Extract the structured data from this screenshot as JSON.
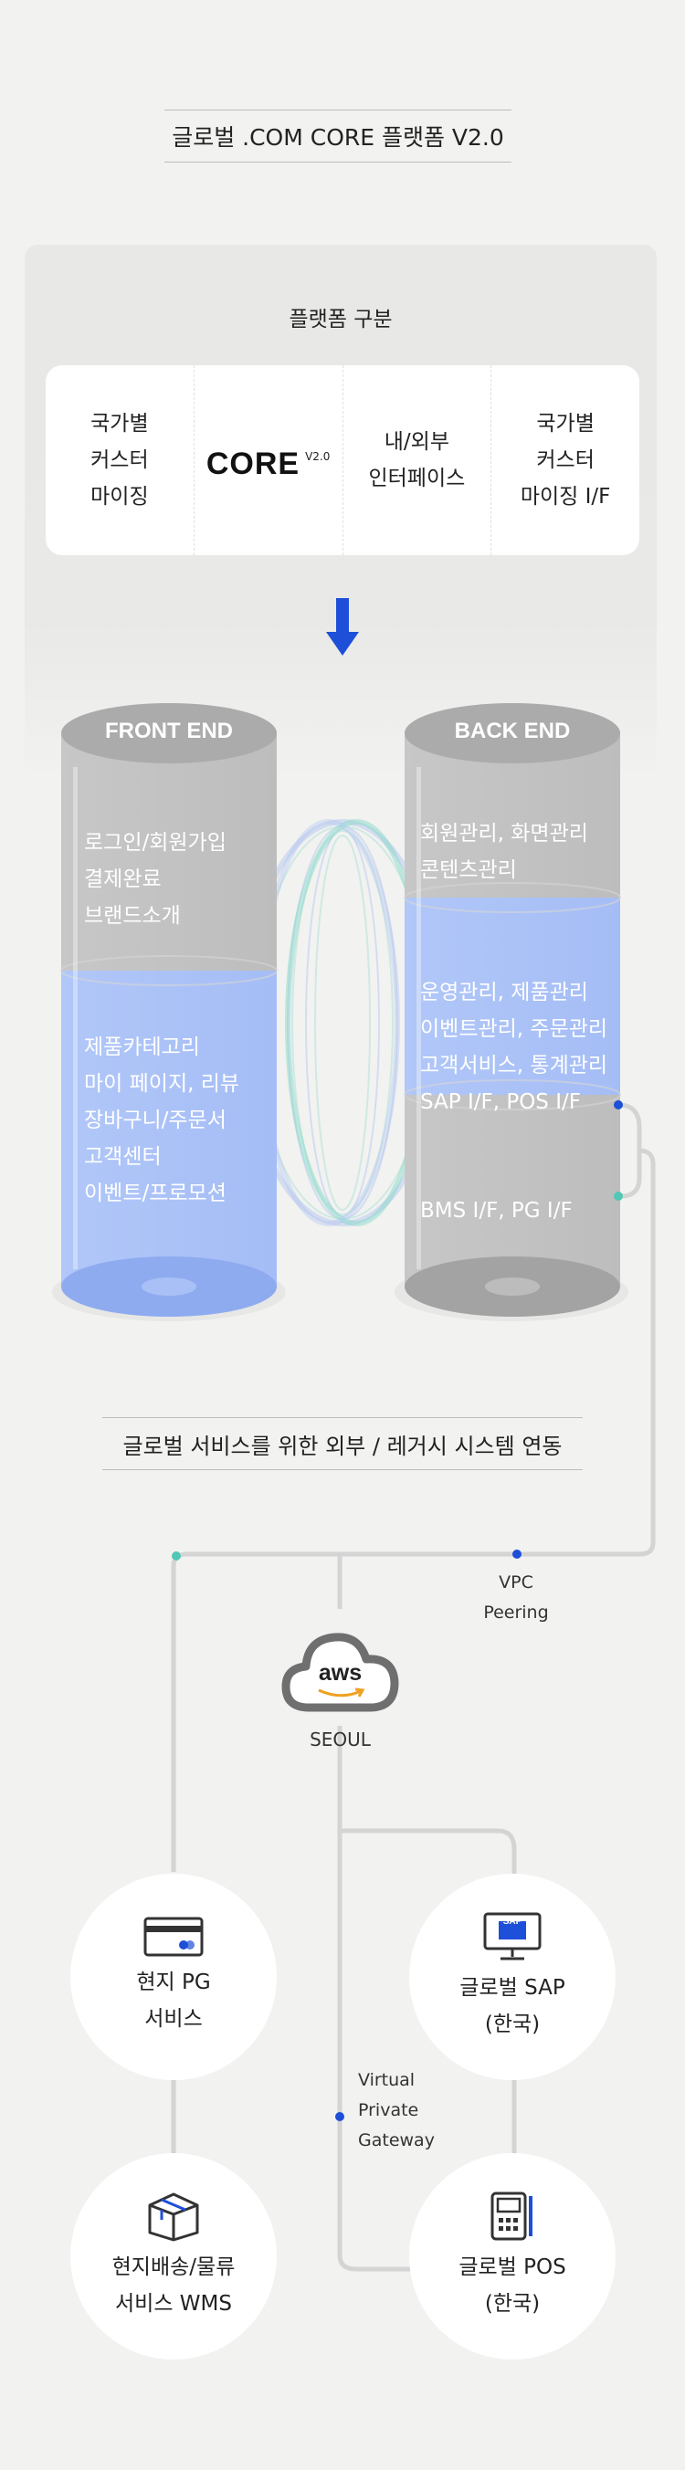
{
  "title": "글로벌 .COM  CORE 플랫폼 V2.0",
  "platform": {
    "heading": "플랫폼 구분",
    "columns": [
      {
        "lines": [
          "국가별",
          "커스터",
          "마이징"
        ]
      },
      {
        "logo": "CORE",
        "logo_version": "V2.0"
      },
      {
        "lines": [
          "내/외부",
          "인터페이스"
        ]
      },
      {
        "lines": [
          "국가별",
          "커스터",
          "마이징 I/F"
        ]
      }
    ]
  },
  "front_end": {
    "label": "FRONT END",
    "top_items": [
      "로그인/회원가입",
      "결제완료",
      "브랜드소개"
    ],
    "bottom_items": [
      "제품카테고리",
      "마이 페이지, 리뷰",
      "장바구니/주문서",
      "고객센터",
      "이벤트/프로모션"
    ]
  },
  "back_end": {
    "label": "BACK END",
    "top_items": [
      "회원관리, 화면관리",
      "콘텐츠관리"
    ],
    "middle_items": [
      "운영관리, 제품관리",
      "이벤트관리, 주문관리",
      "고객서비스, 통계관리",
      "SAP I/F, POS I/F"
    ],
    "bottom_items": [
      "BMS I/F, PG I/F"
    ]
  },
  "integration_heading": "글로벌 서비스를 위한 외부 / 레거시 시스템 연동",
  "network": {
    "vpc_label": [
      "VPC",
      "Peering"
    ],
    "aws_label": "aws",
    "region_label": "SEOUL",
    "gateway_label": [
      "Virtual",
      "Private",
      "Gateway"
    ]
  },
  "services": {
    "pg": {
      "lines": [
        "현지 PG",
        "서비스"
      ],
      "icon": "credit-card-icon"
    },
    "sap": {
      "lines": [
        "글로벌 SAP",
        "(한국)"
      ],
      "icon": "sap-monitor-icon",
      "badge": "SAP"
    },
    "wms": {
      "lines": [
        "현지배송/물류",
        "서비스 WMS"
      ],
      "icon": "box-icon"
    },
    "pos": {
      "lines": [
        "글로벌 POS",
        "(한국)"
      ],
      "icon": "pos-terminal-icon"
    }
  },
  "colors": {
    "accent_blue": "#1d4fd8",
    "cylinder_gray": "#c4c4c4",
    "cylinder_blue": "#aec4f7",
    "teal": "#53c7b5",
    "line_gray": "#d4d4d4"
  }
}
